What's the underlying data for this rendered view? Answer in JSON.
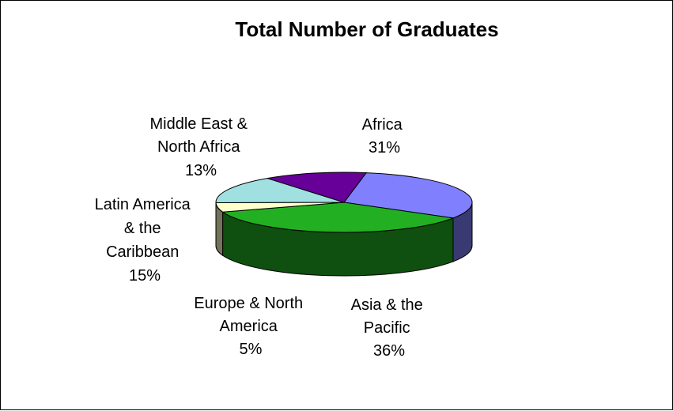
{
  "chart_data": {
    "type": "pie",
    "title": "Total Number of Graduates",
    "three_d": true,
    "legend": "none",
    "slices": [
      {
        "label": "Africa",
        "value": 31,
        "value_label": "31%",
        "color": "#8080FF"
      },
      {
        "label": "Asia & the Pacific",
        "value": 36,
        "value_label": "36%",
        "color": "#22B022"
      },
      {
        "label": "Europe & North America",
        "value": 5,
        "value_label": "5%",
        "color": "#FFFFCC"
      },
      {
        "label": "Latin America & the Caribbean",
        "value": 15,
        "value_label": "15%",
        "color": "#A0E0E0"
      },
      {
        "label": "Middle East & North Africa",
        "value": 13,
        "value_label": "13%",
        "color": "#660099"
      }
    ]
  }
}
